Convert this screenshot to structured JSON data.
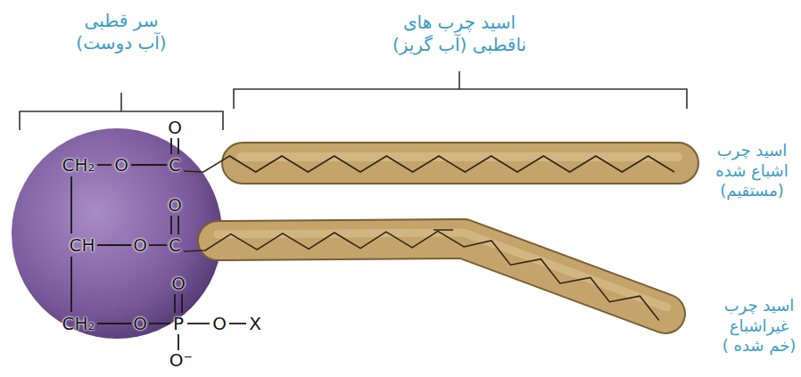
{
  "diagram": {
    "labels": [
      "سر قطبی (آب دوست)",
      "اسید چرب های ناقطبی (آب گریز)",
      "CH₂",
      "O",
      "C",
      "O",
      "CH",
      "O",
      "C",
      "O",
      "CH₂",
      "O",
      "P",
      "O",
      "X",
      "O",
      "O⁻",
      "اسید چرب اشباع شده (مستقیم)",
      "اسید چرب غیراشباع (خم شده )"
    ]
  }
}
